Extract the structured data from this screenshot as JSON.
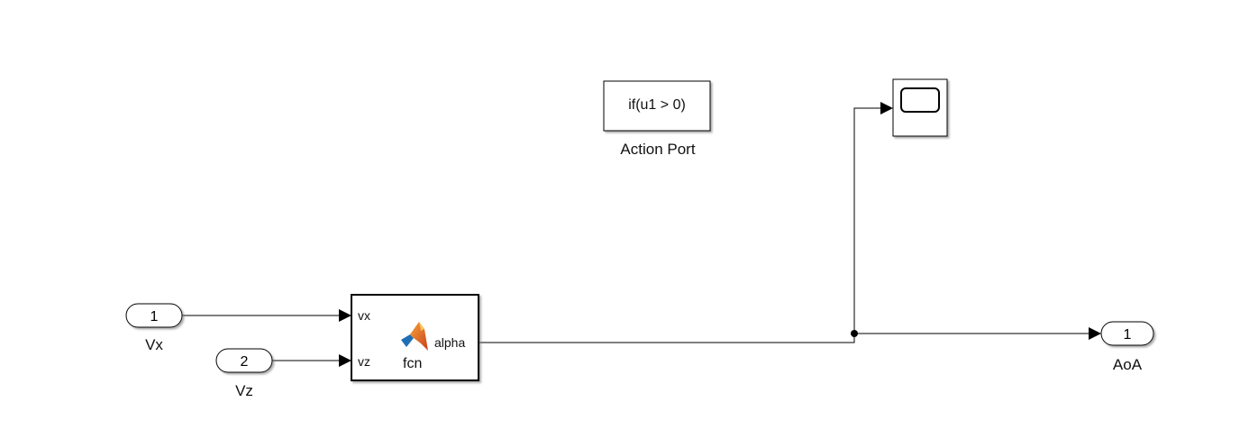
{
  "inports": [
    {
      "number": "1",
      "label": "Vx"
    },
    {
      "number": "2",
      "label": "Vz"
    }
  ],
  "outports": [
    {
      "number": "1",
      "label": "AoA"
    }
  ],
  "function_block": {
    "name": "fcn",
    "inputs": [
      "vx",
      "vz"
    ],
    "output": "alpha",
    "icon": "matlab-logo-icon"
  },
  "if_block": {
    "text": "if(u1 > 0)",
    "caption": "Action Port"
  },
  "scope_block": {
    "icon": "scope-screen-icon"
  },
  "colors": {
    "line": "#000000",
    "block_border": "#000000",
    "background": "#ffffff",
    "matlab_orange": "#e2682a",
    "matlab_blue": "#1f6fb5"
  }
}
